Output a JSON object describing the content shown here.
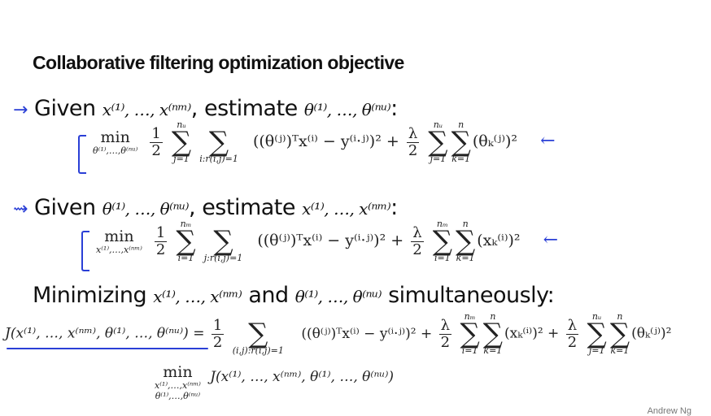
{
  "slide": {
    "title": "Collaborative filtering optimization objective",
    "credit": "Andrew Ng",
    "accent_color": "#2a3fd6"
  },
  "section1": {
    "arrow_icon": "right-arrow",
    "given_label": "Given",
    "given_vars": "x⁽¹⁾, …, x⁽ⁿᵐ⁾",
    "estimate_label": ", estimate",
    "estimate_vars": "θ⁽¹⁾, …, θ⁽ⁿᵘ⁾",
    "colon": ":",
    "equation": {
      "min_op": "min",
      "min_sub": "θ⁽¹⁾,…,θ⁽ⁿᵘ⁾",
      "half_num": "1",
      "half_den": "2",
      "sum1_top": "nᵤ",
      "sum1_bot": "j=1",
      "sum2_top": "",
      "sum2_bot": "i:r(i,j)=1",
      "body": "((θ⁽ʲ⁾)ᵀx⁽ⁱ⁾ − y⁽ⁱ·ʲ⁾)² +",
      "lambda_num": "λ",
      "lambda_den": "2",
      "sum3_top": "nᵤ",
      "sum3_bot": "j=1",
      "sum4_top": "n",
      "sum4_bot": "k=1",
      "reg_term": "(θₖ⁽ʲ⁾)²",
      "side_arrow": "←"
    }
  },
  "section2": {
    "arrow_icon": "right-arrow",
    "given_label": "Given",
    "given_vars": "θ⁽¹⁾, …, θ⁽ⁿᵘ⁾",
    "estimate_label": ", estimate",
    "estimate_vars": "x⁽¹⁾, …, x⁽ⁿᵐ⁾",
    "colon": ":",
    "equation": {
      "min_op": "min",
      "min_sub": "x⁽¹⁾,…,x⁽ⁿᵐ⁾",
      "half_num": "1",
      "half_den": "2",
      "sum1_top": "nₘ",
      "sum1_bot": "i=1",
      "sum2_top": "",
      "sum2_bot": "j:r(i,j)=1",
      "body": "((θ⁽ʲ⁾)ᵀx⁽ⁱ⁾ − y⁽ⁱ·ʲ⁾)² +",
      "lambda_num": "λ",
      "lambda_den": "2",
      "sum3_top": "nₘ",
      "sum3_bot": "i=1",
      "sum4_top": "n",
      "sum4_bot": "k=1",
      "reg_term": "(xₖ⁽ⁱ⁾)²",
      "side_arrow": "←"
    }
  },
  "section3": {
    "minimizing_label": "Minimizing",
    "vars_x": "x⁽¹⁾, …, x⁽ⁿᵐ⁾",
    "and_label": "and",
    "vars_theta": "θ⁽¹⁾, …, θ⁽ⁿᵘ⁾",
    "simul_label": "simultaneously:",
    "joint": {
      "lhs": "J(x⁽¹⁾, …, x⁽ⁿᵐ⁾, θ⁽¹⁾, …, θ⁽ⁿᵘ⁾)",
      "equals": "=",
      "half_num": "1",
      "half_den": "2",
      "sum1_top": "",
      "sum1_bot": "(i,j):r(i,j)=1",
      "body": "((θ⁽ʲ⁾)ᵀx⁽ⁱ⁾ − y⁽ⁱ·ʲ⁾)² +",
      "lambda_num": "λ",
      "lambda_den": "2",
      "sumA_top": "nₘ",
      "sumA_bot": "i=1",
      "sumB_top": "n",
      "sumB_bot": "k=1",
      "reg1": "(xₖ⁽ⁱ⁾)² +",
      "lambda2_num": "λ",
      "lambda2_den": "2",
      "sumC_top": "nᵤ",
      "sumC_bot": "j=1",
      "sumD_top": "n",
      "sumD_bot": "k=1",
      "reg2": "(θₖ⁽ʲ⁾)²"
    },
    "minimize": {
      "min_op": "min",
      "min_sub1": "x⁽¹⁾,…,x⁽ⁿᵐ⁾",
      "min_sub2": "θ⁽¹⁾,…,θ⁽ⁿᵘ⁾",
      "expr": "J(x⁽¹⁾, …, x⁽ⁿᵐ⁾, θ⁽¹⁾, …, θ⁽ⁿᵘ⁾)"
    }
  }
}
